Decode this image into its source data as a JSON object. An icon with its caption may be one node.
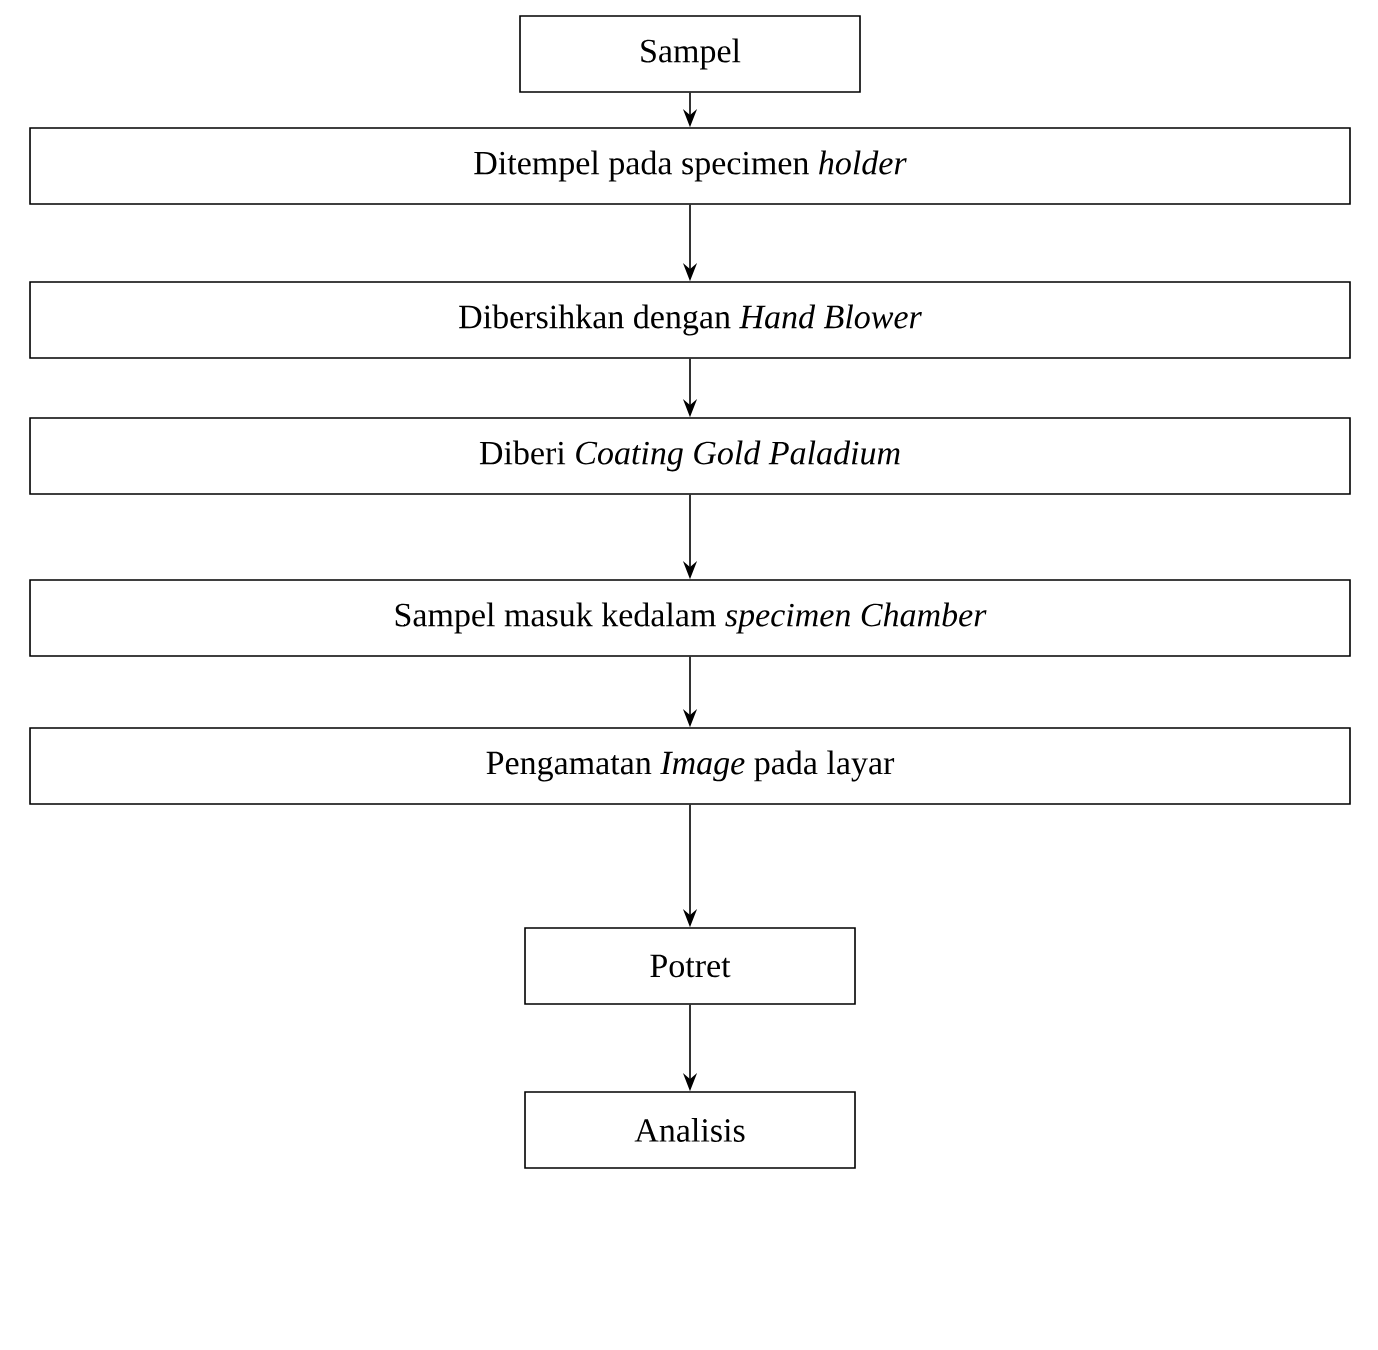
{
  "diagram": {
    "nodes": [
      {
        "text": [
          "Sampel"
        ]
      },
      {
        "text": [
          "Ditempel pada specimen *holder*"
        ]
      },
      {
        "text": [
          "Dibersihkan dengan *Hand Blower*"
        ]
      },
      {
        "text": [
          "Diberi *Coating Gold Paladium*"
        ]
      },
      {
        "text": [
          "Sampel masuk kedalam *specimen Chamber*"
        ]
      },
      {
        "text": [
          "Pengamatan *Image* pada layar"
        ]
      },
      {
        "text": [
          "Potret"
        ]
      },
      {
        "text": [
          "Analisis"
        ]
      }
    ],
    "edges": [
      {
        "from": 0,
        "to": 1,
        "arrow": "to"
      },
      {
        "from": 1,
        "to": 2,
        "arrow": "to"
      },
      {
        "from": 2,
        "to": 3,
        "arrow": "to"
      },
      {
        "from": 3,
        "to": 4,
        "arrow": "to"
      },
      {
        "from": 4,
        "to": 5,
        "arrow": "to"
      },
      {
        "from": 5,
        "to": 6,
        "arrow": "to"
      },
      {
        "from": 6,
        "to": 7,
        "arrow": "to"
      }
    ]
  }
}
